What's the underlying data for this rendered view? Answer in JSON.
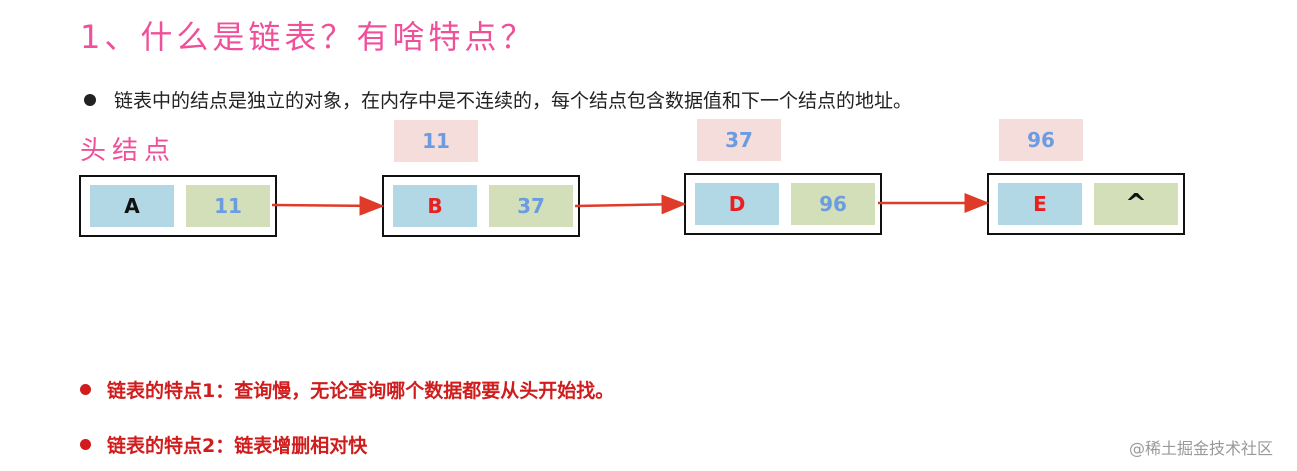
{
  "title": "1、什么是链表？有啥特点？",
  "intro": "链表中的结点是独立的对象，在内存中是不连续的，每个结点包含数据值和下一个结点的地址。",
  "head_label": "头结点",
  "nodes": [
    {
      "data": "A",
      "next": "11",
      "data_color": "#111111"
    },
    {
      "data": "B",
      "next": "37",
      "address": "11",
      "data_color": "#e82020"
    },
    {
      "data": "D",
      "next": "96",
      "address": "37",
      "data_color": "#e82020"
    },
    {
      "data": "E",
      "next": "^",
      "address": "96",
      "data_color": "#e82020"
    }
  ],
  "points": [
    "链表的特点1：查询慢，无论查询哪个数据都要从头开始找。",
    "链表的特点2：链表增删相对快"
  ],
  "watermark": "@稀土掘金技术社区",
  "colors": {
    "title": "#f0509a",
    "arrow": "#e03a2a",
    "data_cell": "#b2d8e6",
    "next_cell": "#d3dfb9",
    "address_box": "#f4dddb",
    "point_text": "#d01c1c"
  }
}
